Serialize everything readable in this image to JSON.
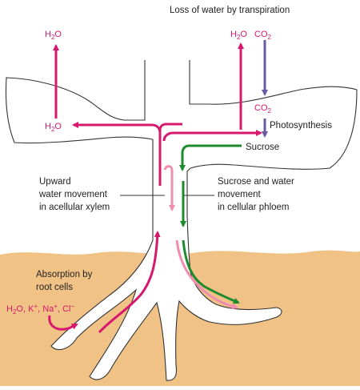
{
  "labels": {
    "transpiration": "Loss of water by transpiration",
    "photosynthesis": "Photosynthesis",
    "sucrose": "Sucrose",
    "xylem": [
      "Upward",
      "water movement",
      "in acellular xylem"
    ],
    "phloem": [
      "Sucrose and water",
      "movement",
      "in cellular phloem"
    ],
    "absorption": [
      "Absorption by",
      "root cells"
    ]
  },
  "chem": {
    "h2o": "H",
    "sub2": "2",
    "o": "O",
    "co": "CO",
    "ions": {
      "k": "K",
      "na": "Na",
      "cl": "Cl",
      "plus": "+",
      "minus": "−",
      "sep": ", "
    }
  },
  "colors": {
    "xylem_arrow": "#d6186e",
    "phloem_arrow": "#1e8a2e",
    "phloem_pink": "#f08cb0",
    "co2_arrow": "#6a5aa6",
    "soil": "#f0c286",
    "outline": "#333333"
  }
}
